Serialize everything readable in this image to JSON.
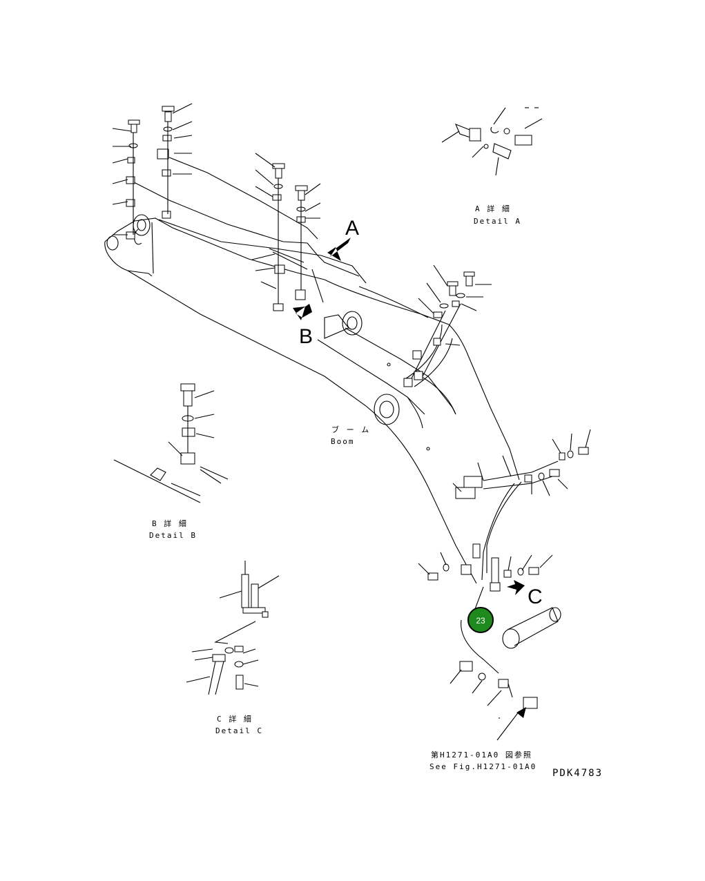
{
  "callouts": {
    "detail_a": {
      "jp": "A 詳 細",
      "en": "Detail A"
    },
    "detail_b": {
      "jp": "B 詳 細",
      "en": "Detail B"
    },
    "detail_c": {
      "jp": "C 詳 細",
      "en": "Detail C"
    },
    "boom": {
      "jp": "ブ ー ム",
      "en": "Boom"
    }
  },
  "view_letters": {
    "a": "A",
    "b": "B",
    "c": "C"
  },
  "reference": {
    "jp": "第H1271-01A0 図参照",
    "en": "See Fig.H1271-01A0"
  },
  "drawing_code": "PDK4783",
  "hotspot": {
    "number": "23",
    "color": "#1e8a1e",
    "ring": "#000000"
  }
}
